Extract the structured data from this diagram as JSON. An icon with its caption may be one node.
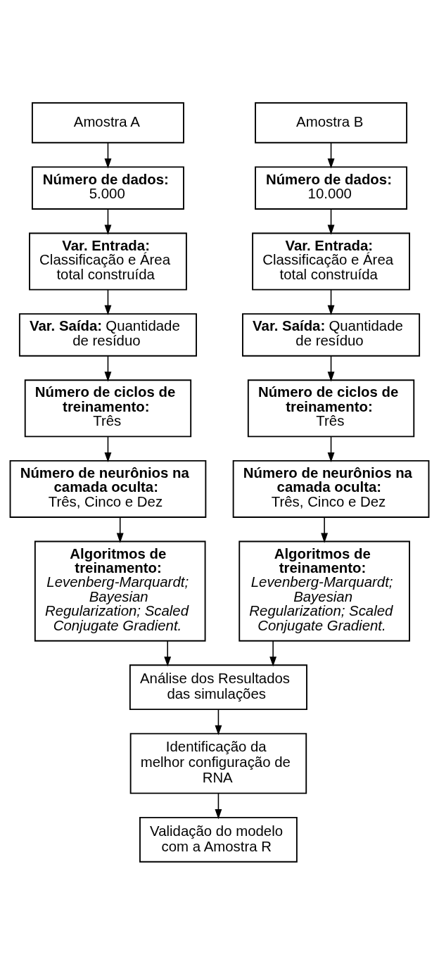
{
  "diagram": {
    "nodes": [
      {
        "text": [
          "Amostra A"
        ]
      },
      {
        "text": [
          "Número de dados:",
          "5.000"
        ]
      },
      {
        "text": [
          "Var. Entrada:",
          "Classificação e Área total construída"
        ]
      },
      {
        "text": [
          "**Var. Saída:** Quantidade de resíduo"
        ]
      },
      {
        "text": [
          "Número de ciclos de treinamento:",
          "Três"
        ]
      },
      {
        "text": [
          "Número de neurônios na camada oculta:",
          "Três, Cinco e Dez"
        ]
      },
      {
        "text": [
          "Algoritmos de treinamento:",
          "*Levenberg-Marquardt; Bayesian Regularization; Scaled Conjugate Gradient.*"
        ]
      },
      {
        "text": [
          "Amostra B"
        ]
      },
      {
        "text": [
          "Número de dados:",
          "10.000"
        ]
      },
      {
        "text": [
          "Var. Entrada:",
          "Classificação e Área total construída"
        ]
      },
      {
        "text": [
          "**Var. Saída:** Quantidade de resíduo"
        ]
      },
      {
        "text": [
          "Número de ciclos de treinamento:",
          "Três"
        ]
      },
      {
        "text": [
          "Número de neurônios na camada oculta:",
          "Três, Cinco e Dez"
        ]
      },
      {
        "text": [
          "Algoritmos de treinamento:",
          "*Levenberg-Marquardt; Bayesian Regularization; Scaled Conjugate Gradient.*"
        ]
      },
      {
        "text": [
          "Análise dos Resultados das simulações"
        ]
      },
      {
        "text": [
          "Identificação da melhor configuração de RNA"
        ]
      },
      {
        "text": [
          "Validação do modelo com a Amostra R"
        ]
      }
    ],
    "edges": [
      {
        "from": 0,
        "to": 1,
        "arrow": "to"
      },
      {
        "from": 1,
        "to": 2,
        "arrow": "to"
      },
      {
        "from": 2,
        "to": 3,
        "arrow": "to"
      },
      {
        "from": 3,
        "to": 4,
        "arrow": "to"
      },
      {
        "from": 4,
        "to": 5,
        "arrow": "to"
      },
      {
        "from": 5,
        "to": 6,
        "arrow": "to"
      },
      {
        "from": 7,
        "to": 8,
        "arrow": "to"
      },
      {
        "from": 8,
        "to": 9,
        "arrow": "to"
      },
      {
        "from": 9,
        "to": 10,
        "arrow": "to"
      },
      {
        "from": 10,
        "to": 11,
        "arrow": "to"
      },
      {
        "from": 11,
        "to": 12,
        "arrow": "to"
      },
      {
        "from": 12,
        "to": 13,
        "arrow": "to"
      },
      {
        "from": 6,
        "to": 14,
        "arrow": "to"
      },
      {
        "from": 13,
        "to": 14,
        "arrow": "to"
      },
      {
        "from": 14,
        "to": 15,
        "arrow": "to"
      },
      {
        "from": 15,
        "to": 16,
        "arrow": "to"
      }
    ]
  }
}
